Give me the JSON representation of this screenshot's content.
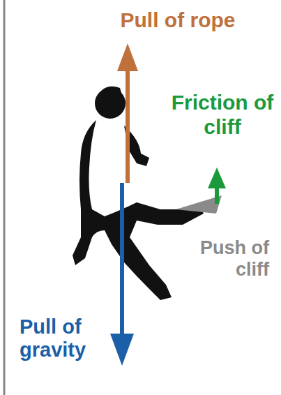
{
  "diagram": {
    "labels": [
      "Pull of rope",
      "Friction of cliff",
      "Push of cliff",
      "Pull of gravity"
    ]
  }
}
